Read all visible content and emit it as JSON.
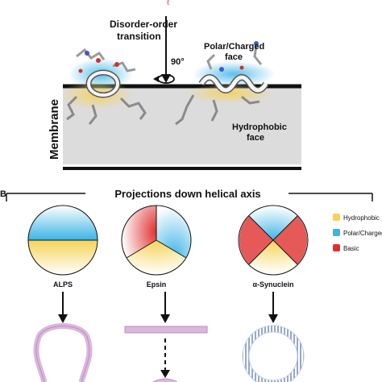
{
  "panel_a": {
    "transition_line1": "Disorder-order",
    "transition_line2": "transition",
    "rotation": "90°",
    "polar_line1": "Polar/Charged",
    "polar_line2": "face",
    "hydrophobic_line1": "Hydrophobic",
    "hydrophobic_line2": "face",
    "membrane": "Membrane"
  },
  "panel_b": {
    "label": "B",
    "title": "Projections down helical axis",
    "wheels": [
      {
        "name": "ALPS"
      },
      {
        "name": "Epsin"
      },
      {
        "name": "α-Synuclein"
      }
    ]
  },
  "legend": [
    {
      "label": "Hydrophobic",
      "color": "#f5d35a"
    },
    {
      "label": "Polar/Charged",
      "color": "#3cb4e6"
    },
    {
      "label": "Basic",
      "color": "#e03030"
    }
  ],
  "colors": {
    "hydrophobic": "#f5d35a",
    "polar": "#3cb4e6",
    "basic": "#e03030",
    "membrane_fill": "#dcdcdc",
    "vesicle_pink": "#dcb6dc",
    "vesicle_blue": "#b8cdea"
  }
}
